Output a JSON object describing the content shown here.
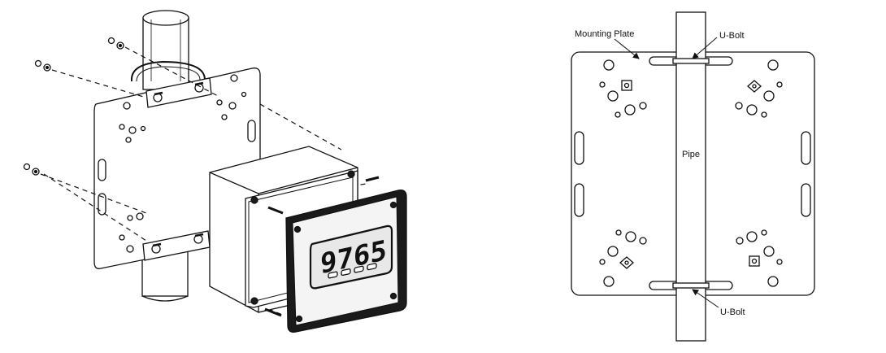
{
  "left_figure": {
    "display_digits": "9765"
  },
  "right_figure": {
    "labels": {
      "mounting_plate": "Mounting Plate",
      "u_bolt_top": "U-Bolt",
      "pipe": "Pipe",
      "u_bolt_bottom": "U-Bolt"
    }
  },
  "colors": {
    "line": "#111111",
    "background": "#ffffff",
    "panel_dark": "#1a1a1a",
    "panel_face": "#f4f4f4",
    "lcd_window": "#e8e8e8"
  }
}
